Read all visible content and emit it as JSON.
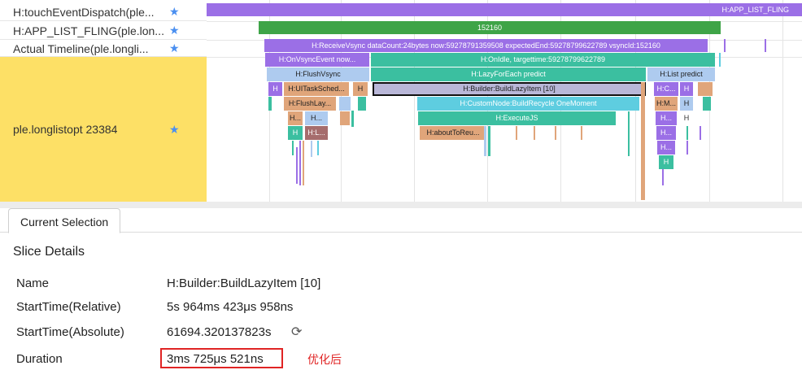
{
  "lanes": [
    {
      "label": "H:touchEventDispatch(ple...",
      "starred": true
    },
    {
      "label": "H:APP_LIST_FLING(ple.lon...",
      "starred": true
    },
    {
      "label": "Actual Timeline(ple.longli...",
      "starred": true
    },
    {
      "label": "ple.longlistopt 23384",
      "starred": true
    }
  ],
  "star_glyph": "★",
  "timeline": {
    "app_list_fling_label": "H:APP_LIST_FLING",
    "frame_number": "152160",
    "receive_vsync": "H:ReceiveVsync dataCount:24bytes now:59278791359508 expectedEnd:59278799622789 vsyncId:152160",
    "on_vsync_event": "H:OnVsyncEvent now...",
    "on_idle": "H:OnIdle, targettime:59278799622789",
    "flush_vsync": "H:FlushVsync",
    "lazy_for_each": "H:LazyForEach predict",
    "list_predict": "H:List predict",
    "builder_build_lazy_item": "H:Builder:BuildLazyItem [10]",
    "ui_task_sched": "H:UITaskSched...",
    "h_short": "H",
    "custom_node": "H:CustomNode:BuildRecycle OneMoment",
    "hc": "H:C...",
    "flush_lay": "H:FlushLay...",
    "hm": "H:M...",
    "h_dots": "H...",
    "hl": "H:L...",
    "execute_js": "H:ExecuteJS",
    "about_to_reu": "H:aboutToReu..."
  },
  "tabs": [
    {
      "label": "Current Selection",
      "active": true
    }
  ],
  "details": {
    "title": "Slice Details",
    "rows": [
      {
        "label": "Name",
        "value": "H:Builder:BuildLazyItem [10]"
      },
      {
        "label": "StartTime(Relative)",
        "value": "5s 964ms 423μs 958ns"
      },
      {
        "label": "StartTime(Absolute)",
        "value": "61694.320137823s"
      },
      {
        "label": "Duration",
        "value": "3ms 725μs 521ns"
      }
    ],
    "annotation": "优化后",
    "refresh_glyph": "⟳"
  },
  "colors": {
    "purple": "#9b6fe6",
    "green": "#3ea447",
    "teal": "#3bbfa0",
    "light_blue": "#aecbef",
    "lavender": "#b9b7d8",
    "salmon": "#e0a57a",
    "cyan": "#5ecde0",
    "selection_red": "#e02424",
    "lane_yellow": "#fde066"
  }
}
